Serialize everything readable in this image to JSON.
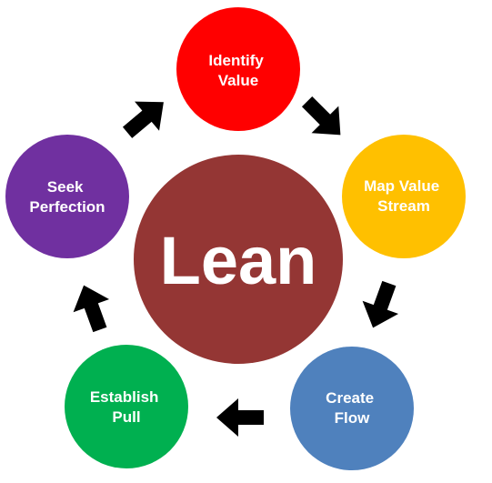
{
  "center": {
    "label": "Lean",
    "color": "#943634"
  },
  "nodes": [
    {
      "id": "identify-value",
      "lines": [
        "Identify",
        "Value"
      ],
      "color": "#ff0000"
    },
    {
      "id": "map-value-stream",
      "lines": [
        "Map Value",
        "Stream"
      ],
      "color": "#ffc000"
    },
    {
      "id": "create-flow",
      "lines": [
        "Create",
        "Flow"
      ],
      "color": "#4f81bd"
    },
    {
      "id": "establish-pull",
      "lines": [
        "Establish",
        "Pull"
      ],
      "color": "#00b050"
    },
    {
      "id": "seek-perfection",
      "lines": [
        "Seek",
        "Perfection"
      ],
      "color": "#7030a0"
    }
  ],
  "arrows": [
    {
      "from": "identify-value",
      "to": "map-value-stream"
    },
    {
      "from": "map-value-stream",
      "to": "create-flow"
    },
    {
      "from": "create-flow",
      "to": "establish-pull"
    },
    {
      "from": "establish-pull",
      "to": "seek-perfection"
    },
    {
      "from": "seek-perfection",
      "to": "identify-value"
    }
  ],
  "arrow_color": "#000000",
  "text_color": "#ffffff"
}
